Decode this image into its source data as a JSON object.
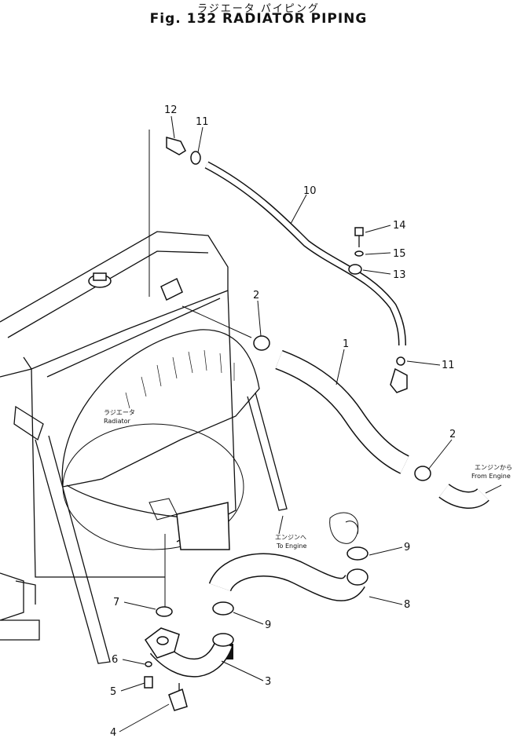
{
  "header": {
    "title_japanese": "ラジエータ パイピング",
    "title_english": "Fig. 132 RADIATOR PIPING"
  },
  "part_callouts": [
    "12",
    "11",
    "10",
    "14",
    "15",
    "13",
    "2",
    "1",
    "11",
    "2",
    "9",
    "8",
    "7",
    "9",
    "6",
    "3",
    "5",
    "4"
  ],
  "annotations": {
    "radiator_jp": "ラジエータ",
    "radiator_en": "Radiator",
    "to_engine_jp": "エンジンへ",
    "to_engine_en": "To Engine",
    "from_engine_jp": "エンジンから",
    "from_engine_en": "From Engine"
  }
}
